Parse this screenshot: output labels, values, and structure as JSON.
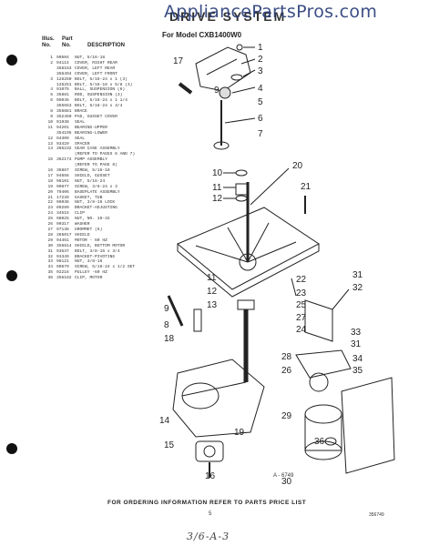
{
  "watermark": "AppliancePartsPros.com",
  "title": "DRIVE SYSTEM",
  "subtitle": "For Model CXB1400W0",
  "table_header": {
    "illus": "Illus.",
    "no": "No.",
    "part": "Part",
    "part_no": "No.",
    "description": "DESCRIPTION"
  },
  "parts": [
    {
      "n": "1",
      "p": "90504",
      "d": "NUT, 5/16-18"
    },
    {
      "n": "2",
      "p": "94114",
      "d": "COVER, RIGHT REAR"
    },
    {
      "n": "",
      "p": "358163",
      "d": "COVER, LEFT REAR"
    },
    {
      "n": "",
      "p": "356494",
      "d": "COVER, LEFT FRONT"
    },
    {
      "n": "3",
      "p": "126250",
      "d": "BOLT, 5/16-24 x 1 (3)"
    },
    {
      "n": "",
      "p": "126251",
      "d": "BOLT, 5/16-18 x 5/8 (3)"
    },
    {
      "n": "4",
      "p": "91075",
      "d": "BALL, SUSPENSION (6)"
    },
    {
      "n": "5",
      "p": "35881",
      "d": "ROD, SUSPENSION (3)"
    },
    {
      "n": "6",
      "p": "95045",
      "d": "BOLT, 5/16-24 x 1 1/4"
    },
    {
      "n": "",
      "p": "355653",
      "d": "BOLT, 5/16-24 x 3/4"
    },
    {
      "n": "8",
      "p": "356881",
      "d": "BRACE"
    },
    {
      "n": "9",
      "p": "352450",
      "d": "PAD, GUSSET COVER"
    },
    {
      "n": "10",
      "p": "91938",
      "d": "SEAL"
    },
    {
      "n": "11",
      "p": "94201",
      "d": "BEARING-UPPER"
    },
    {
      "n": "",
      "p": "354195",
      "d": "BEARING-LOWER"
    },
    {
      "n": "12",
      "p": "94309",
      "d": "SEAL"
    },
    {
      "n": "13",
      "p": "93429",
      "d": "SPACER"
    },
    {
      "n": "14",
      "p": "365232",
      "d": "GEAR CASE ASSEMBLY"
    },
    {
      "n": "",
      "p": "",
      "d": "(REFER TO PAGES 6 AND 7)"
    },
    {
      "n": "15",
      "p": "362174",
      "d": "PUMP ASSEMBLY"
    },
    {
      "n": "",
      "p": "",
      "d": "(REFER TO PAGE 8)"
    },
    {
      "n": "16",
      "p": "35867",
      "d": "SCREW, 5/16-18"
    },
    {
      "n": "17",
      "p": "94656",
      "d": "SHIELD, GUSSET"
    },
    {
      "n": "18",
      "p": "96101",
      "d": "NUT, 5/16-24"
    },
    {
      "n": "19",
      "p": "90877",
      "d": "SCREW, 3/8-24 x 3"
    },
    {
      "n": "20",
      "p": "79406",
      "d": "BASEPLATE ASSEMBLY"
    },
    {
      "n": "21",
      "p": "17239",
      "d": "GASKET, TUB"
    },
    {
      "n": "22",
      "p": "96036",
      "d": "NUT, 3/8-16 LOCK"
    },
    {
      "n": "23",
      "p": "89289",
      "d": "BRACKET-ADJUSTING"
    },
    {
      "n": "24",
      "p": "34515",
      "d": "CLIP"
    },
    {
      "n": "25",
      "p": "98025",
      "d": "NUT, NO. 10-32"
    },
    {
      "n": "26",
      "p": "90317",
      "d": "WASHER"
    },
    {
      "n": "27",
      "p": "97138",
      "d": "GROMMET (6)"
    },
    {
      "n": "28",
      "p": "365017",
      "d": "SHIELD"
    },
    {
      "n": "29",
      "p": "94461",
      "d": "MOTOR - 60 HZ"
    },
    {
      "n": "30",
      "p": "356814",
      "d": "SHIELD, BOTTOM MOTOR"
    },
    {
      "n": "31",
      "p": "93537",
      "d": "BOLT, 3/8-16 x 3/4"
    },
    {
      "n": "32",
      "p": "93349",
      "d": "BRACKET-PIVOTING"
    },
    {
      "n": "33",
      "p": "96121",
      "d": "NUT, 3/8-16"
    },
    {
      "n": "34",
      "p": "90879",
      "d": "SCREW, 5/16-24 x 1/2 SET"
    },
    {
      "n": "35",
      "p": "92216",
      "d": "PULLEY -60 HZ"
    },
    {
      "n": "36",
      "p": "356182",
      "d": "CLIP, MOTOR"
    }
  ],
  "callouts": {
    "c1": "1",
    "c2": "2",
    "c3": "3",
    "c4": "4",
    "c5": "5",
    "c6": "6",
    "c7": "7",
    "c8": "8",
    "c9": "9",
    "c10": "10",
    "c11": "11",
    "c12": "12",
    "c13": "13",
    "c14": "14",
    "c15": "15",
    "c16": "16",
    "c17": "17",
    "c18": "18",
    "c19": "19",
    "c20": "20",
    "c21": "21",
    "c22": "22",
    "c23": "23",
    "c24": "24",
    "c25": "25",
    "c26": "26",
    "c27": "27",
    "c28": "28",
    "c29": "29",
    "c30": "30",
    "c31": "31",
    "c32": "32",
    "c33": "33",
    "c34": "34",
    "c35": "35",
    "c36": "36",
    "c11b": "11",
    "c12b": "12",
    "c31b": "31"
  },
  "figure_ref": "A - 6749",
  "footer": "FOR ORDERING INFORMATION REFER TO PARTS PRICE LIST",
  "page_number": "5",
  "doc_number": "356749",
  "handwritten": "3/6-A-3"
}
